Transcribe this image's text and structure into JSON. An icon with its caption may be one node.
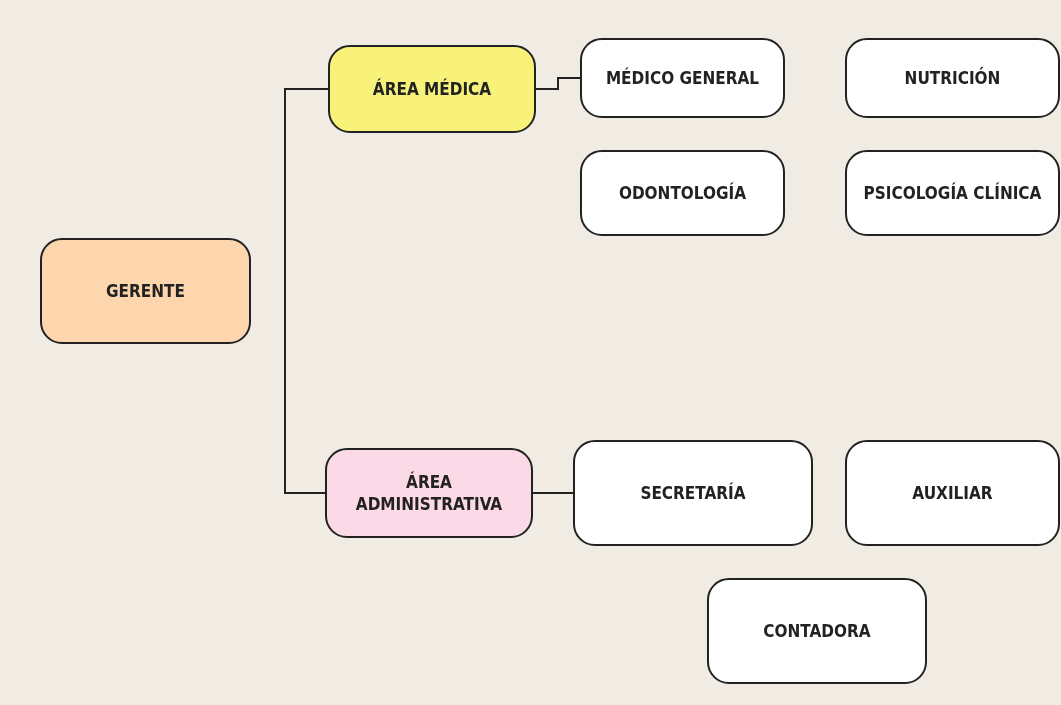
{
  "diagram": {
    "nodes": [
      {
        "text": [
          "GERENTE"
        ]
      },
      {
        "text": [
          "ÁREA MÉDICA"
        ]
      },
      {
        "text": [
          "MÉDICO GENERAL"
        ]
      },
      {
        "text": [
          "NUTRICIÓN"
        ]
      },
      {
        "text": [
          "ODONTOLOGÍA"
        ]
      },
      {
        "text": [
          "PSICOLOGÍA CLÍNICA"
        ]
      },
      {
        "text": [
          "ÁREA ADMINISTRATIVA"
        ]
      },
      {
        "text": [
          "SECRETARÍA"
        ]
      },
      {
        "text": [
          "AUXILIAR"
        ]
      },
      {
        "text": [
          "CONTADORA"
        ]
      }
    ],
    "edges": [
      {
        "from": 1,
        "to": 6,
        "arrow": "none"
      },
      {
        "from": 1,
        "to": 2,
        "arrow": "none"
      },
      {
        "from": 6,
        "to": 7,
        "arrow": "none"
      }
    ]
  }
}
